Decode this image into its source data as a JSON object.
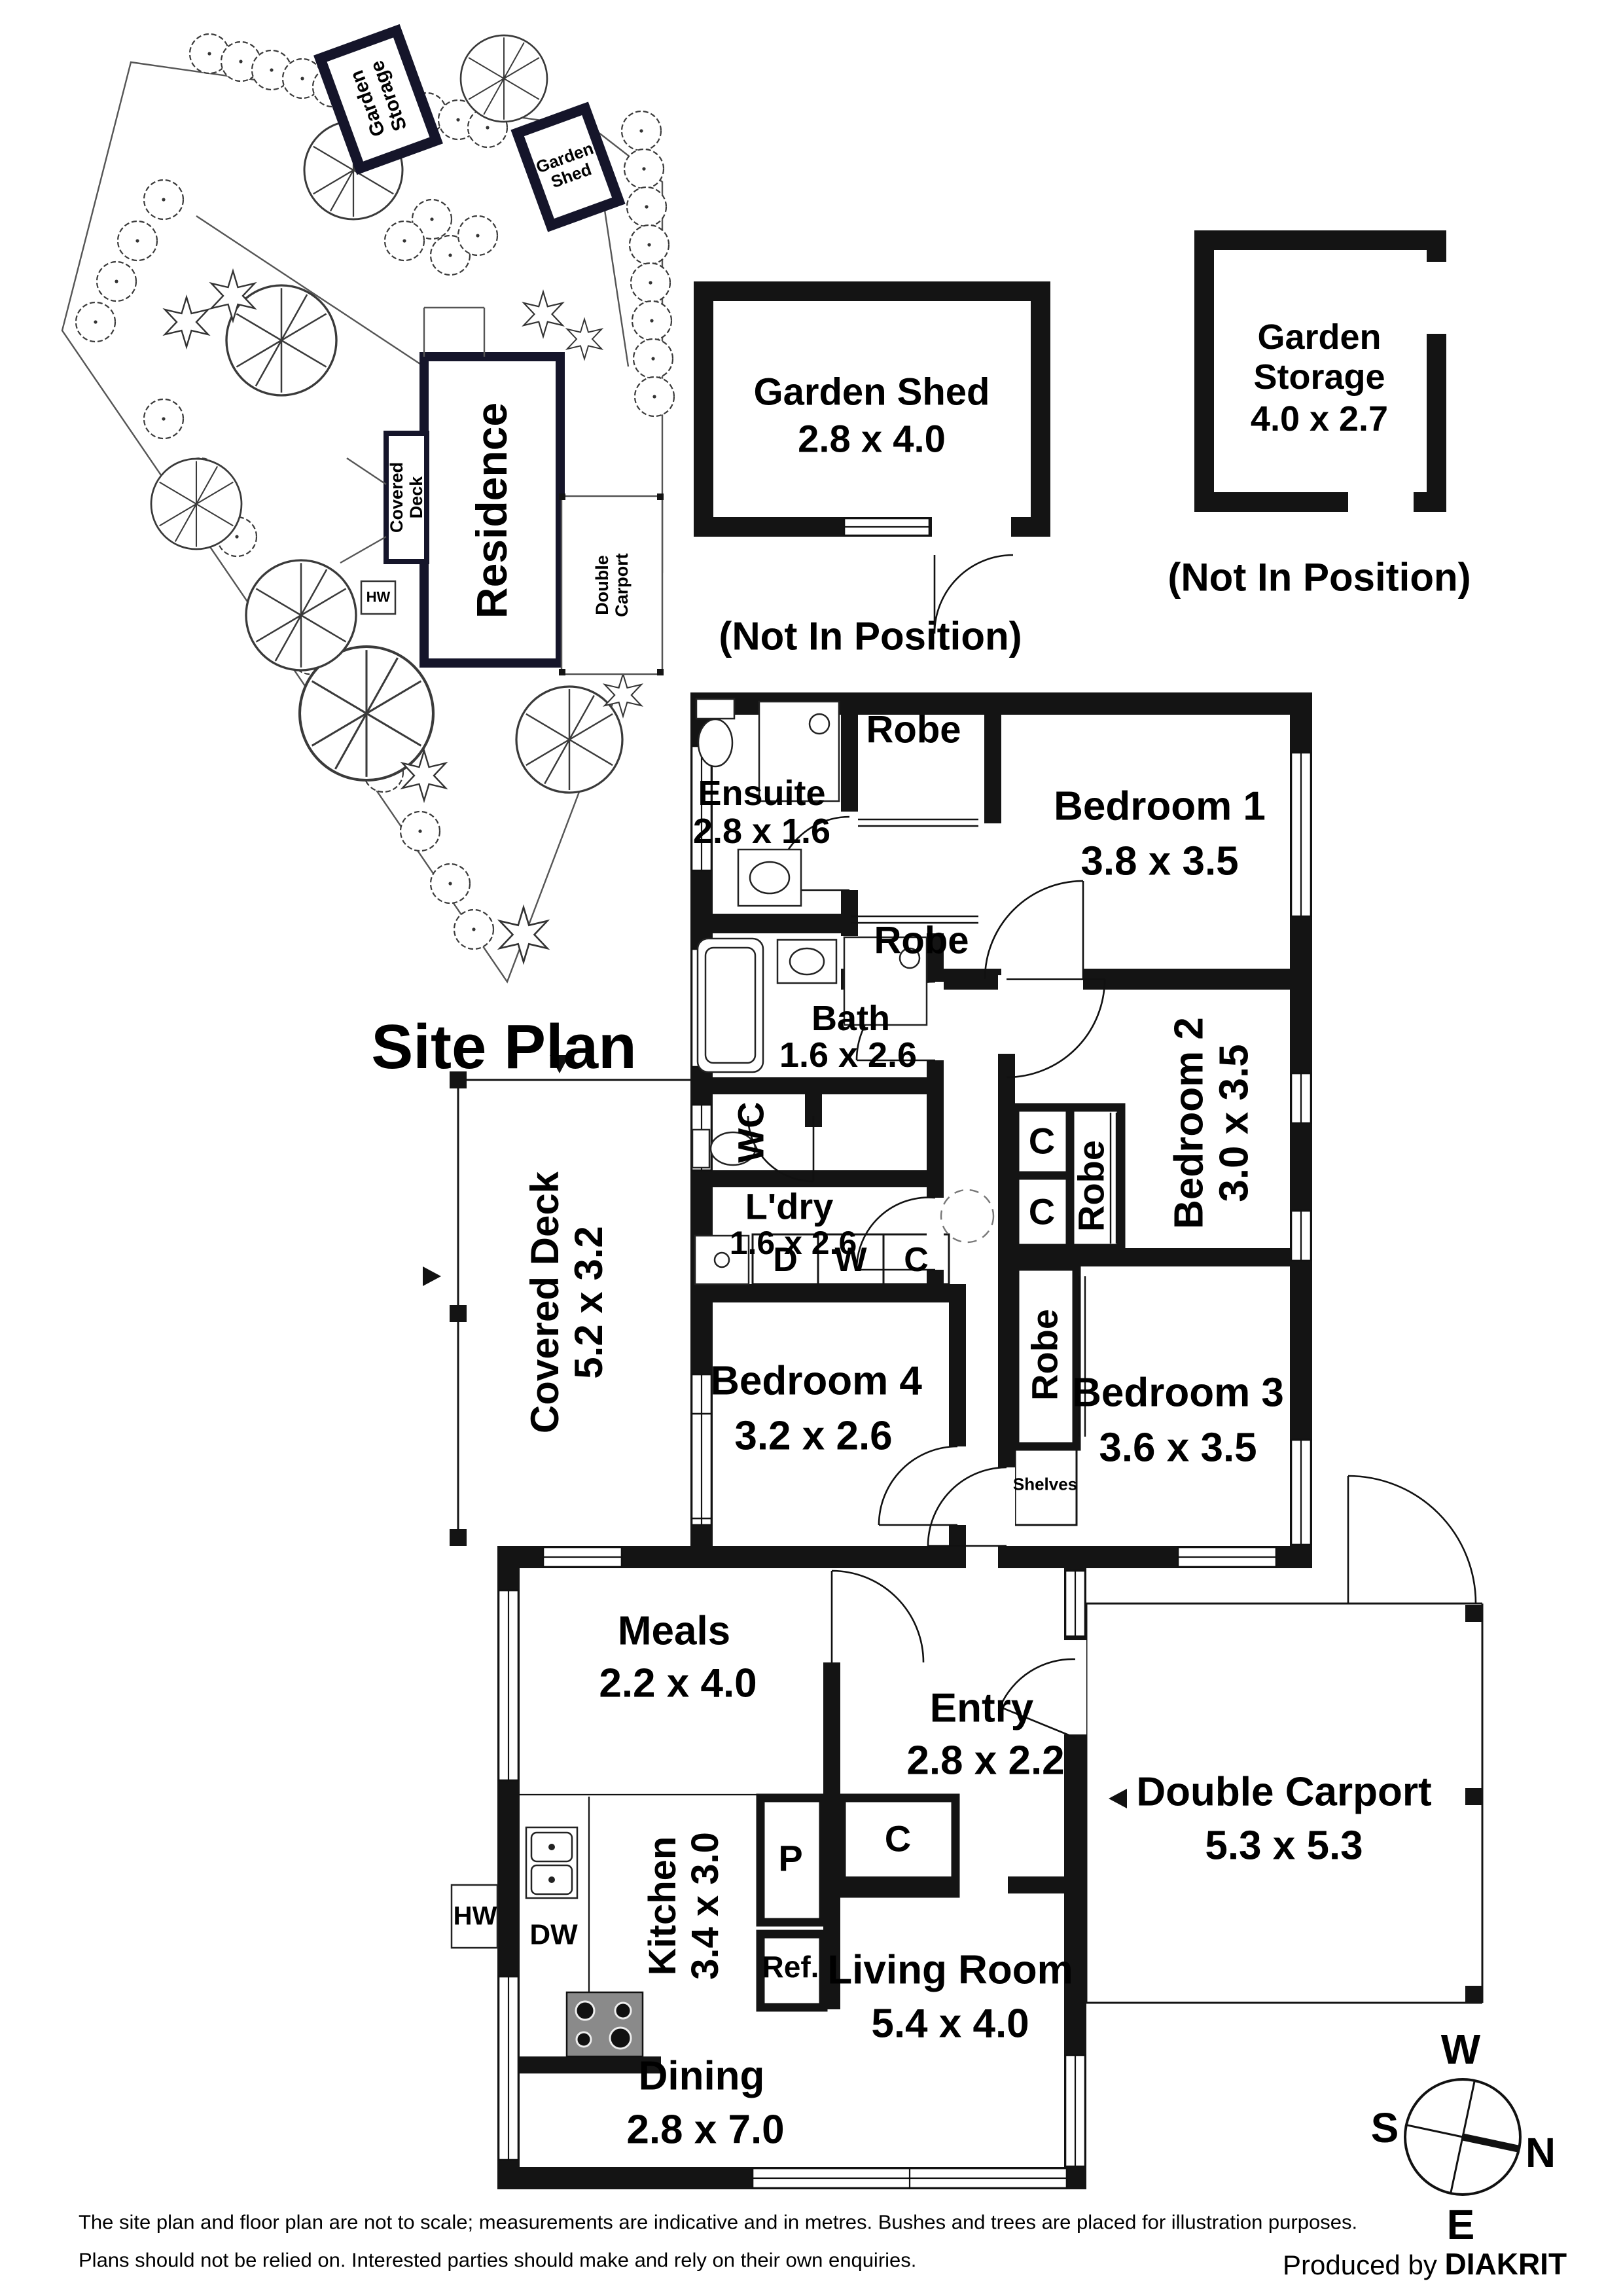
{
  "site_plan": {
    "title": "Site Plan",
    "residence": "Residence",
    "covered_deck_l1": "Covered",
    "covered_deck_l2": "Deck",
    "carport_l1": "Double",
    "carport_l2": "Carport",
    "storage_l1": "Garden",
    "storage_l2": "Storage",
    "shed_l1": "Garden",
    "shed_l2": "Shed",
    "hw": "HW"
  },
  "outbuildings": {
    "shed_name": "Garden Shed",
    "shed_dims": "2.8 x 4.0",
    "storage_l1": "Garden",
    "storage_l2": "Storage",
    "storage_dims": "4.0 x 2.7",
    "note": "(Not In Position)"
  },
  "rooms": {
    "bedroom1": {
      "name": "Bedroom 1",
      "dims": "3.8 x 3.5"
    },
    "bedroom2": {
      "name": "Bedroom 2",
      "dims": "3.0 x 3.5"
    },
    "bedroom3": {
      "name": "Bedroom 3",
      "dims": "3.6 x 3.5"
    },
    "bedroom4": {
      "name": "Bedroom 4",
      "dims": "3.2 x 2.6"
    },
    "ensuite": {
      "name": "Ensuite",
      "dims": "2.8 x 1.6"
    },
    "bath": {
      "name": "Bath",
      "dims": "1.6 x 2.6"
    },
    "wc": {
      "name": "WC"
    },
    "laundry": {
      "name": "L'dry",
      "dims": "1.6 x 2.6"
    },
    "covered_deck": {
      "name": "Covered Deck",
      "dims": "5.2 x 3.2"
    },
    "meals": {
      "name": "Meals",
      "dims": "2.2 x 4.0"
    },
    "entry": {
      "name": "Entry",
      "dims": "2.8 x 2.2"
    },
    "kitchen": {
      "name": "Kitchen",
      "dims": "3.4 x 3.0"
    },
    "living": {
      "name": "Living Room",
      "dims": "5.4 x 4.0"
    },
    "dining": {
      "name": "Dining",
      "dims": "2.8 x 7.0"
    },
    "carport": {
      "name": "Double Carport",
      "dims": "5.3 x 5.3"
    }
  },
  "closets": {
    "robe": "Robe",
    "shelves": "Shelves",
    "d": "D",
    "w": "W",
    "c": "C",
    "p": "P",
    "ref": "Ref.",
    "dw": "DW",
    "hw": "HW"
  },
  "compass": {
    "n": "N",
    "s": "S",
    "e": "E",
    "w": "W"
  },
  "footer": {
    "line1": "The site plan and floor plan are not to scale; measurements are indicative and in metres. Bushes and trees are placed for illustration purposes.",
    "line2": "Plans should not be relied on. Interested parties should make and rely on their own enquiries.",
    "credit_prefix": "Produced by ",
    "credit_brand": "DIAKRIT"
  }
}
